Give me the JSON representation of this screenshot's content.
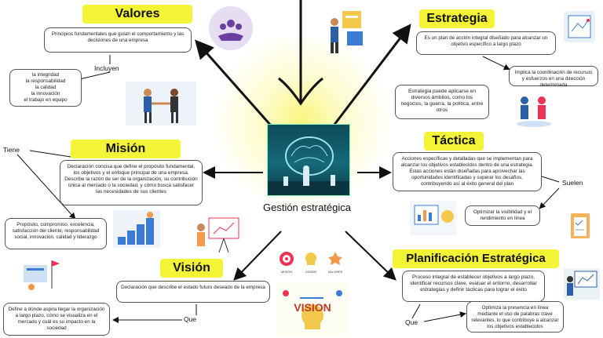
{
  "center": {
    "label": "Gestión estratégica"
  },
  "valores": {
    "title": "Valores",
    "definition": "Principios fundamentales que guían el comportamiento y las decisiones de una empresa",
    "connector": "Incluyen",
    "list": [
      "la integridad",
      "la responsabilidad",
      "la calidad",
      "la innovación",
      "el trabajo en equipo"
    ]
  },
  "estrategia": {
    "title": "Estrategia",
    "definition": "Es un plan de acción integral diseñado para alcanzar un objetivo específico a largo plazo",
    "implies": "Implica la coordinación de recursos y esfuerzos en una dirección determinada",
    "applies": "Estrategia puede aplicarse en diversos ámbitos, como los negocios, la guerra, la política, entre otros"
  },
  "mision": {
    "title": "Misión",
    "connector": "Tiene",
    "definition": "Declaración concisa que define el propósito fundamental, los objetivos y el enfoque principal de una empresa. Describe la razón de ser de la organización, su contribución única al mercado o la sociedad, y cómo busca satisfacer las necesidades de sus clientes",
    "detail": "Propósito, compromiso, excelencia, satisfacción del cliente, responsabilidad social, innovación, calidad y liderazgo"
  },
  "tactica": {
    "title": "Táctica",
    "definition": "Acciones específicas y detalladas que se implementan para alcanzar los objetivos establecidos dentro de una estrategia. Estas acciones están diseñadas para aprovechar las oportunidades identificadas y superar los desafíos, contribuyendo así al éxito general del plan",
    "connector": "Suelen",
    "example": "Optimizar la visibilidad y el rendimiento en línea"
  },
  "vision": {
    "title": "Visión",
    "definition": "Declaración que describe el estado futuro deseado de la empresa",
    "connector": "Que",
    "detail": "Define a dónde aspira llegar la organización a largo plazo, cómo se visualiza en el mercado y cuál es su impacto en la sociedad"
  },
  "planificacion": {
    "title": "Planificación Estratégica",
    "definition": "Proceso integral de establecer objetivos a largo plazo, identificar recursos clave, evaluar el entorno, desarrollar estrategias y definir tácticas para lograr el éxito",
    "connector": "Que",
    "detail": "Optimiza la presencia en línea mediante el uso de palabras clave relevantes, lo que contribuye a alcanzar los objetivos establecidos"
  },
  "icons": {
    "mvv_labels": [
      "MISIÓN",
      "VISIÓN",
      "VALORES"
    ],
    "vision_word": "VISION"
  },
  "colors": {
    "title_bg": "#f4f437",
    "glow": "#f7f27a",
    "center_bg": "#17697a",
    "icon_purple": "#6b3fa0"
  }
}
